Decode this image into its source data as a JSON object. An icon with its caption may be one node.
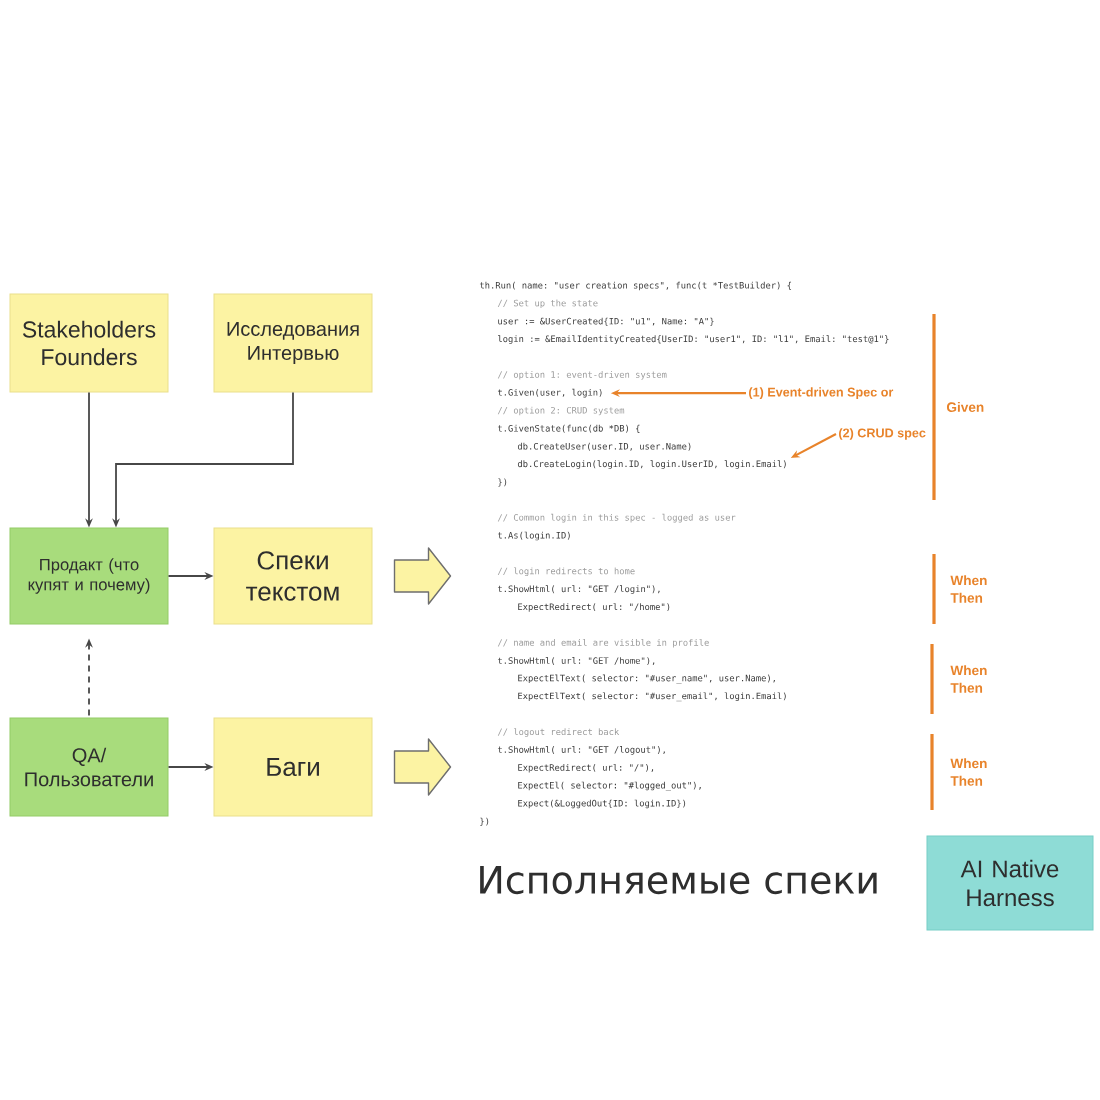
{
  "diagram": {
    "nodes": [
      {
        "text": [
          "Stakeholders Founders"
        ]
      },
      {
        "text": [
          "Исследования Интервью"
        ]
      },
      {
        "text": [
          "Продакт (что купят и почему)"
        ]
      },
      {
        "text": [
          "Спеки текстом"
        ]
      },
      {
        "text": [
          "QA/ Пользователи"
        ]
      },
      {
        "text": [
          "Баги"
        ]
      },
      {
        "text": [
          "t.Given(user, login)"
        ]
      },
      {
        "text": [
          "(1) Event-driven Spec or"
        ]
      },
      {
        "text": [
          "db.CreateLogin(login.ID, login.UserID, login.Email)"
        ]
      },
      {
        "text": [
          "(2) CRUD spec"
        ]
      },
      {
        "text": [
          "AI Native Harness"
        ]
      }
    ],
    "edges": [
      {
        "from": 0,
        "to": 2,
        "arrow": "to"
      },
      {
        "from": 1,
        "to": 2,
        "arrow": "to"
      },
      {
        "from": 2,
        "to": 3,
        "arrow": "to"
      },
      {
        "from": 4,
        "to": 2,
        "arrow": "to",
        "style": "dashed"
      },
      {
        "from": 4,
        "to": 5,
        "arrow": "to"
      },
      {
        "from": 3,
        "to": null,
        "arrow": "to",
        "style": "thick"
      },
      {
        "from": 5,
        "to": null,
        "arrow": "to",
        "style": "thick"
      },
      {
        "from": 7,
        "to": 6,
        "arrow": "to",
        "color": "#e8832a"
      },
      {
        "from": 9,
        "to": 8,
        "arrow": "to",
        "color": "#e8832a"
      }
    ],
    "labels": [
      "th.Run( name: \"user creation specs\", func(t *TestBuilder) {",
      "// Set up the state",
      "user := &UserCreated{ID: \"u1\", Name: \"A\"}",
      "login := &EmailIdentityCreated{UserID: \"user1\", ID: \"l1\", Email: \"test@1\"}",
      "// option 1: event-driven system",
      "// option 2: CRUD system",
      "t.GivenState(func(db *DB) {",
      "db.CreateUser(user.ID, user.Name)",
      "})",
      "// Common login in this spec - logged as user",
      "t.As(login.ID)",
      "// login redirects to home",
      "t.ShowHtml( url: \"GET /login\"),",
      "ExpectRedirect( url: \"/home\")",
      "// name and email are visible in profile",
      "t.ShowHtml( url: \"GET /home\"),",
      "ExpectElText( selector: \"#user_name\", user.Name),",
      "ExpectElText( selector: \"#user_email\", login.Email)",
      "// logout redirect back",
      "t.ShowHtml( url: \"GET /logout\"),",
      "ExpectRedirect( url: \"/\"),",
      "ExpectEl( selector: \"#logged_out\"),",
      "Expect(&LoggedOut{ID: login.ID})",
      "})",
      "Given",
      "When Then",
      "When Then",
      "When Then",
      "Исполняемые спеки"
    ]
  }
}
